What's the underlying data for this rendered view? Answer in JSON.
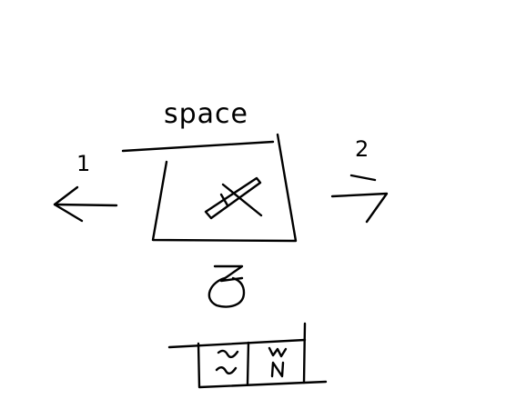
{
  "diagram": {
    "title": "space",
    "left_arrow": {
      "label": "1"
    },
    "right_arrow": {
      "label": "2"
    },
    "center_panel": {
      "icon": "sword-crossed-icon"
    },
    "pouch": {
      "icon": "coin-pouch-icon"
    },
    "inventory": {
      "slots": [
        {
          "icon": "squiggle-item-icon"
        },
        {
          "icon": "w-n-item-icon"
        }
      ]
    }
  }
}
